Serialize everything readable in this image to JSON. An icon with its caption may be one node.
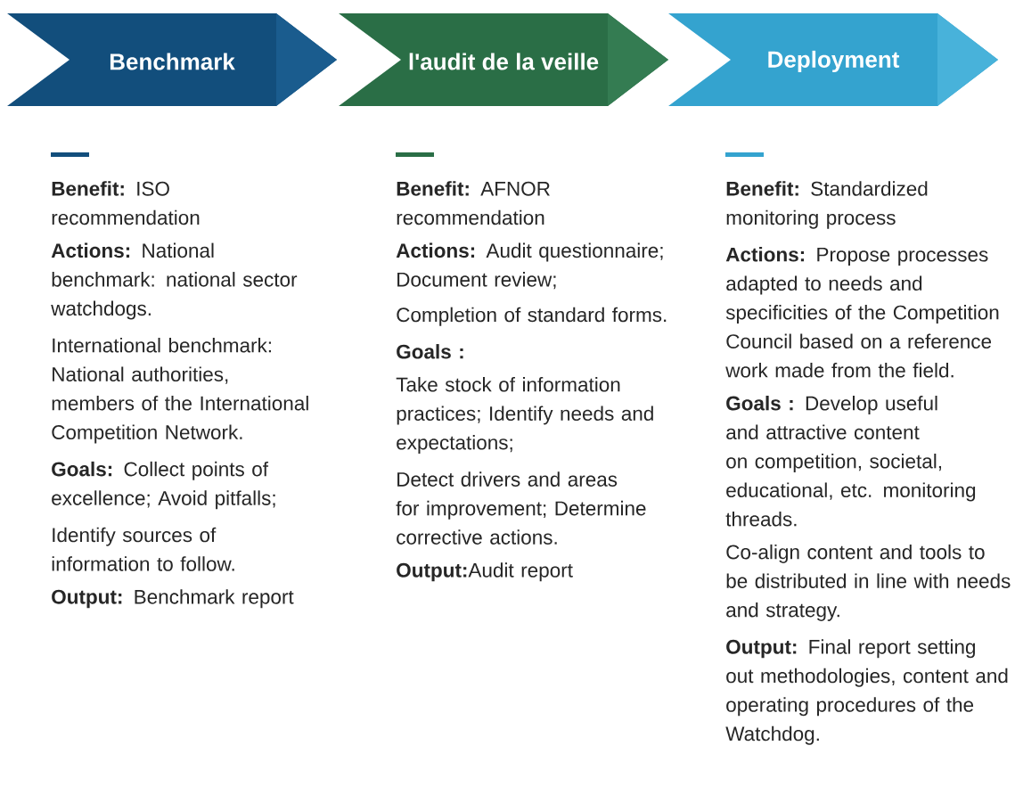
{
  "diagram": {
    "nodes": [
      {
        "text": [
          "Benchmark"
        ],
        "beside": [
          "**Benefit:**  ISO recommendation",
          "**Actions:** National benchmark: national sector watchdogs.",
          "International benchmark: National authorities, members of the International Competition Network.",
          "**Goals:** Collect points of excellence; Avoid pitfalls;",
          "Identify sources of information to follow.",
          "**Output:** Benchmark report"
        ]
      },
      {
        "text": [
          "l'audit de la  veille"
        ],
        "beside": [
          "**Benefit:** AFNOR recommendation",
          "**Actions:** Audit questionnaire; Document review;",
          "Completion of standard forms.",
          "**Goals :**",
          "Take stock of information practices; Identify needs and expectations;",
          "Detect drivers and areas for improvement; Determine corrective actions.",
          "**Output:**Audit report"
        ]
      },
      {
        "text": [
          "Deployment"
        ],
        "beside": [
          "**Benefit:** Standardized monitoring process",
          "**Actions:** Propose  processes adapted to needs and specificities of the Competition Council based on a reference work made from the field.",
          "**Goals :** Develop useful and attractive content on competition, societal, educational, etc. monitoring threads.",
          "Co-align content and tools to be distributed in line with needs and strategy.",
          "**Output:** Final report setting out methodologies, content and operating procedures of the Watchdog."
        ]
      }
    ]
  }
}
